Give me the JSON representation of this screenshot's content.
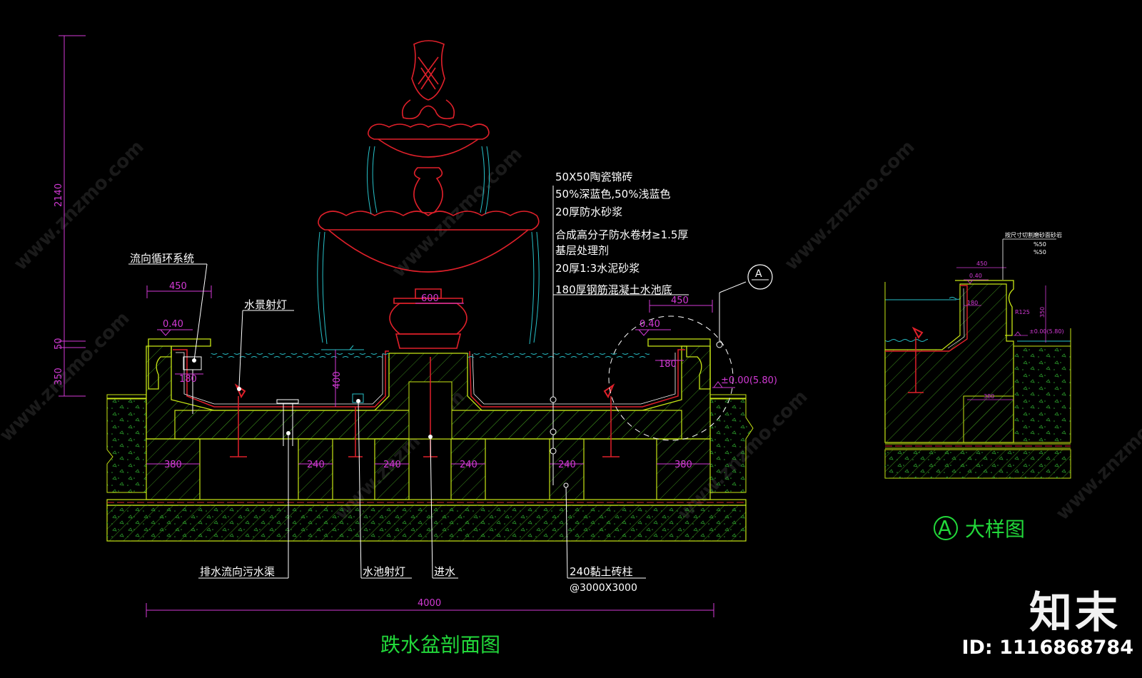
{
  "main_title": "跌水盆剖面图",
  "detail_title": "大样图",
  "detail_marker": "A",
  "dims": {
    "h_total": "2140",
    "h_50": "50",
    "h_350": "350",
    "w_450_left": "450",
    "w_450_right": "450",
    "slope_left": "0.40",
    "slope_right": "0.40",
    "w_180_left": "180",
    "w_180_right": "180",
    "w_600": "600",
    "h_400": "400",
    "w_380_left": "380",
    "w_380_right": "380",
    "w_240_1": "240",
    "w_240_2": "240",
    "w_240_3": "240",
    "w_240_4": "240",
    "w_4000": "4000",
    "level": "±0.00(5.80)"
  },
  "notes": {
    "n1": "50X50陶瓷锦砖",
    "n2": "50%深蓝色,50%浅蓝色",
    "n3": "20厚防水砂浆",
    "n4": "合成高分子防水卷材≥1.5厚",
    "n5": "基层处理剂",
    "n6": "20厚1:3水泥砂浆",
    "n7": "180厚钢筋混凝土水池底"
  },
  "labels": {
    "circulation": "流向循环系统",
    "spotlight": "水景射灯",
    "drain": "排水流向污水渠",
    "pool_light": "水池射灯",
    "inlet": "进水",
    "brick_col": "240黏土砖柱",
    "brick_spacing": "@3000X3000"
  },
  "detail": {
    "note": "按尺寸切割磨砂面砂岩",
    "p50a": "%50",
    "p50b": "%50",
    "w450": "450",
    "slope": "0.40",
    "w180": "180",
    "r125": "R125",
    "d350": "350",
    "d380": "380",
    "level": "±0.00(5.80)"
  },
  "watermark": {
    "text": "www.znzmo.com",
    "brand": "知末"
  },
  "brand": "知末",
  "image_id": "ID: 1116868784",
  "colors": {
    "background": "#000000",
    "structure": "#c8e615",
    "fountain": "#e0202a",
    "water": "#27c0c8",
    "dimension": "#d33ad6",
    "title": "#22d83a",
    "leader": "#ffffff"
  }
}
